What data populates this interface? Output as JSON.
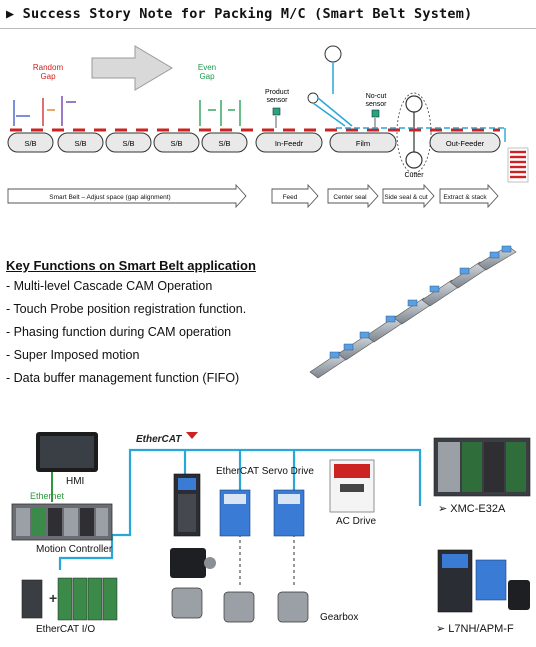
{
  "title": "▶ Success Story Note for Packing M/C (Smart Belt System)",
  "packing": {
    "random_gap": [
      "Random",
      "Gap"
    ],
    "even_gap": [
      "Even",
      "Gap"
    ],
    "product_sensor": [
      "Product",
      "sensor"
    ],
    "nocut_sensor": [
      "No-cut",
      "sensor"
    ],
    "sb_label": "S/B",
    "infeeder": "In-Feedr",
    "film": "Film",
    "outfeeder": "Out-Feeder",
    "cutter": "Cutter",
    "stages": [
      "Smart Belt – Adjust space (gap alignment)",
      "Feed",
      "Center seal",
      "Side seal & cut",
      "Extract & stack"
    ]
  },
  "key_functions": {
    "heading": "Key Functions on Smart Belt application",
    "items": [
      "-  Multi-level Cascade CAM Operation",
      "- Touch Probe position registration function.",
      "- Phasing function during CAM operation",
      "- Super Imposed motion",
      "- Data buffer management function (FIFO)"
    ]
  },
  "system": {
    "ethercat_logo": "EtherCAT",
    "hmi": "HMI",
    "ethernet": "Ethernet",
    "motion_controller": "Motion Controller",
    "ethercat_io": "EtherCAT I/O",
    "servo_drive": "EtherCAT  Servo Drive",
    "ac_drive": "AC Drive",
    "gearbox": "Gearbox",
    "product1": "➢ XMC-E32A",
    "product2": "➢ L7NH/APM-F"
  },
  "colors": {
    "belt_red": "#cc2222",
    "ethercat_blue": "#29a8d8",
    "ethernet_green": "#2e9a3c",
    "random_red": "#cc2222",
    "even_green": "#1a9a4a"
  }
}
